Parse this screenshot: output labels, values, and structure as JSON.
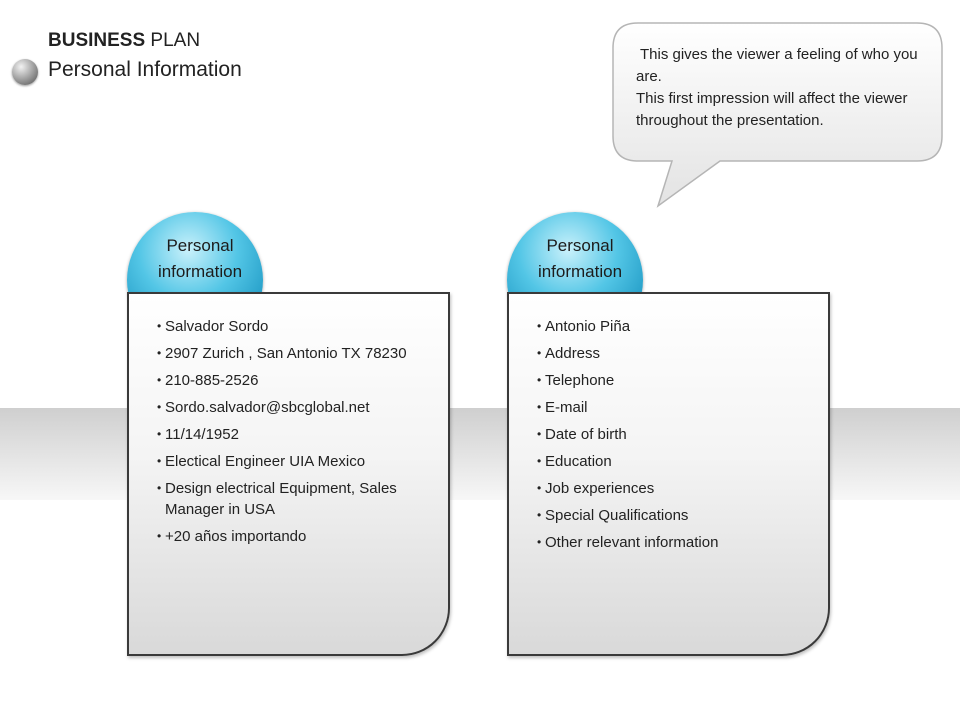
{
  "title": {
    "line1_bold": "BUSINESS",
    "line1_rest": " PLAN",
    "line2": "Personal Information"
  },
  "callout": {
    "line1": "This gives the viewer a feeling of who you are.",
    "line2": "This first impression will affect the viewer throughout the presentation."
  },
  "cards": [
    {
      "label": "Personal information",
      "items": [
        "Salvador Sordo",
        "2907 Zurich , San Antonio TX 78230",
        "210-885-2526",
        "Sordo.salvador@sbcglobal.net",
        "11/14/1952",
        "Electical Engineer UIA Mexico",
        "Design electrical Equipment, Sales Manager in USA",
        "+20 años importando"
      ]
    },
    {
      "label": "Personal information",
      "items": [
        "Antonio Piña",
        "Address",
        "Telephone",
        "E-mail",
        "Date of birth",
        "Education",
        "Job experiences",
        "Special Qualifications",
        "Other relevant information"
      ]
    }
  ],
  "colors": {
    "bubble": "#1591be",
    "panel_border": "#3a3a3a",
    "band": "#cfcfcf"
  }
}
